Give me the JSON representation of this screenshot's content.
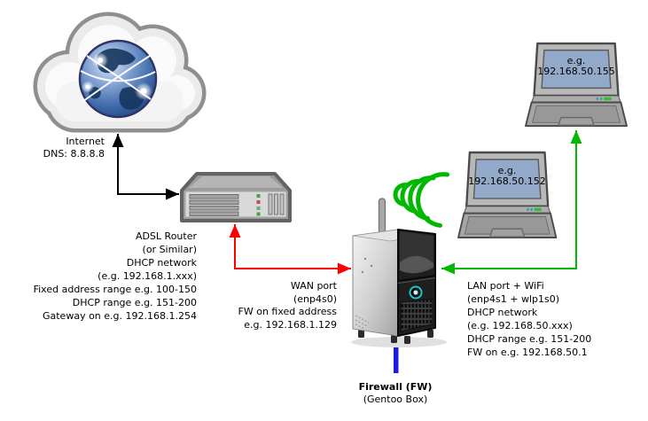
{
  "labels": {
    "internet": [
      "Internet",
      "DNS: 8.8.8.8"
    ],
    "adsl_router": [
      "ADSL Router",
      "(or Similar)",
      "DHCP network",
      "(e.g. 192.168.1.xxx)",
      "Fixed address range e.g. 100-150",
      "DHCP range e.g. 151-200",
      "Gateway on e.g. 192.168.1.254"
    ],
    "wan": [
      "WAN port",
      "(enp4s0)",
      "FW on fixed address",
      "e.g. 192.168.1.129"
    ],
    "lan": [
      "LAN port + WiFi",
      "(enp4s1 + wlp1s0)",
      "DHCP network",
      "(e.g. 192.168.50.xxx)",
      "DHCP range e.g. 151-200",
      "FW on e.g. 192.168.50.1"
    ],
    "firewall_title": "Firewall (FW)",
    "firewall_subtitle": "(Gentoo Box)",
    "laptop_lan_screen": [
      "e.g.",
      "192.168.50.155"
    ],
    "laptop_wifi_screen": [
      "e.g.",
      "192.168.50.152"
    ]
  },
  "colors": {
    "black": "#000000",
    "red": "#ff0000",
    "green": "#00b800",
    "screen_blue": "#93a9c9",
    "marker_blue": "#1c1ce0"
  }
}
